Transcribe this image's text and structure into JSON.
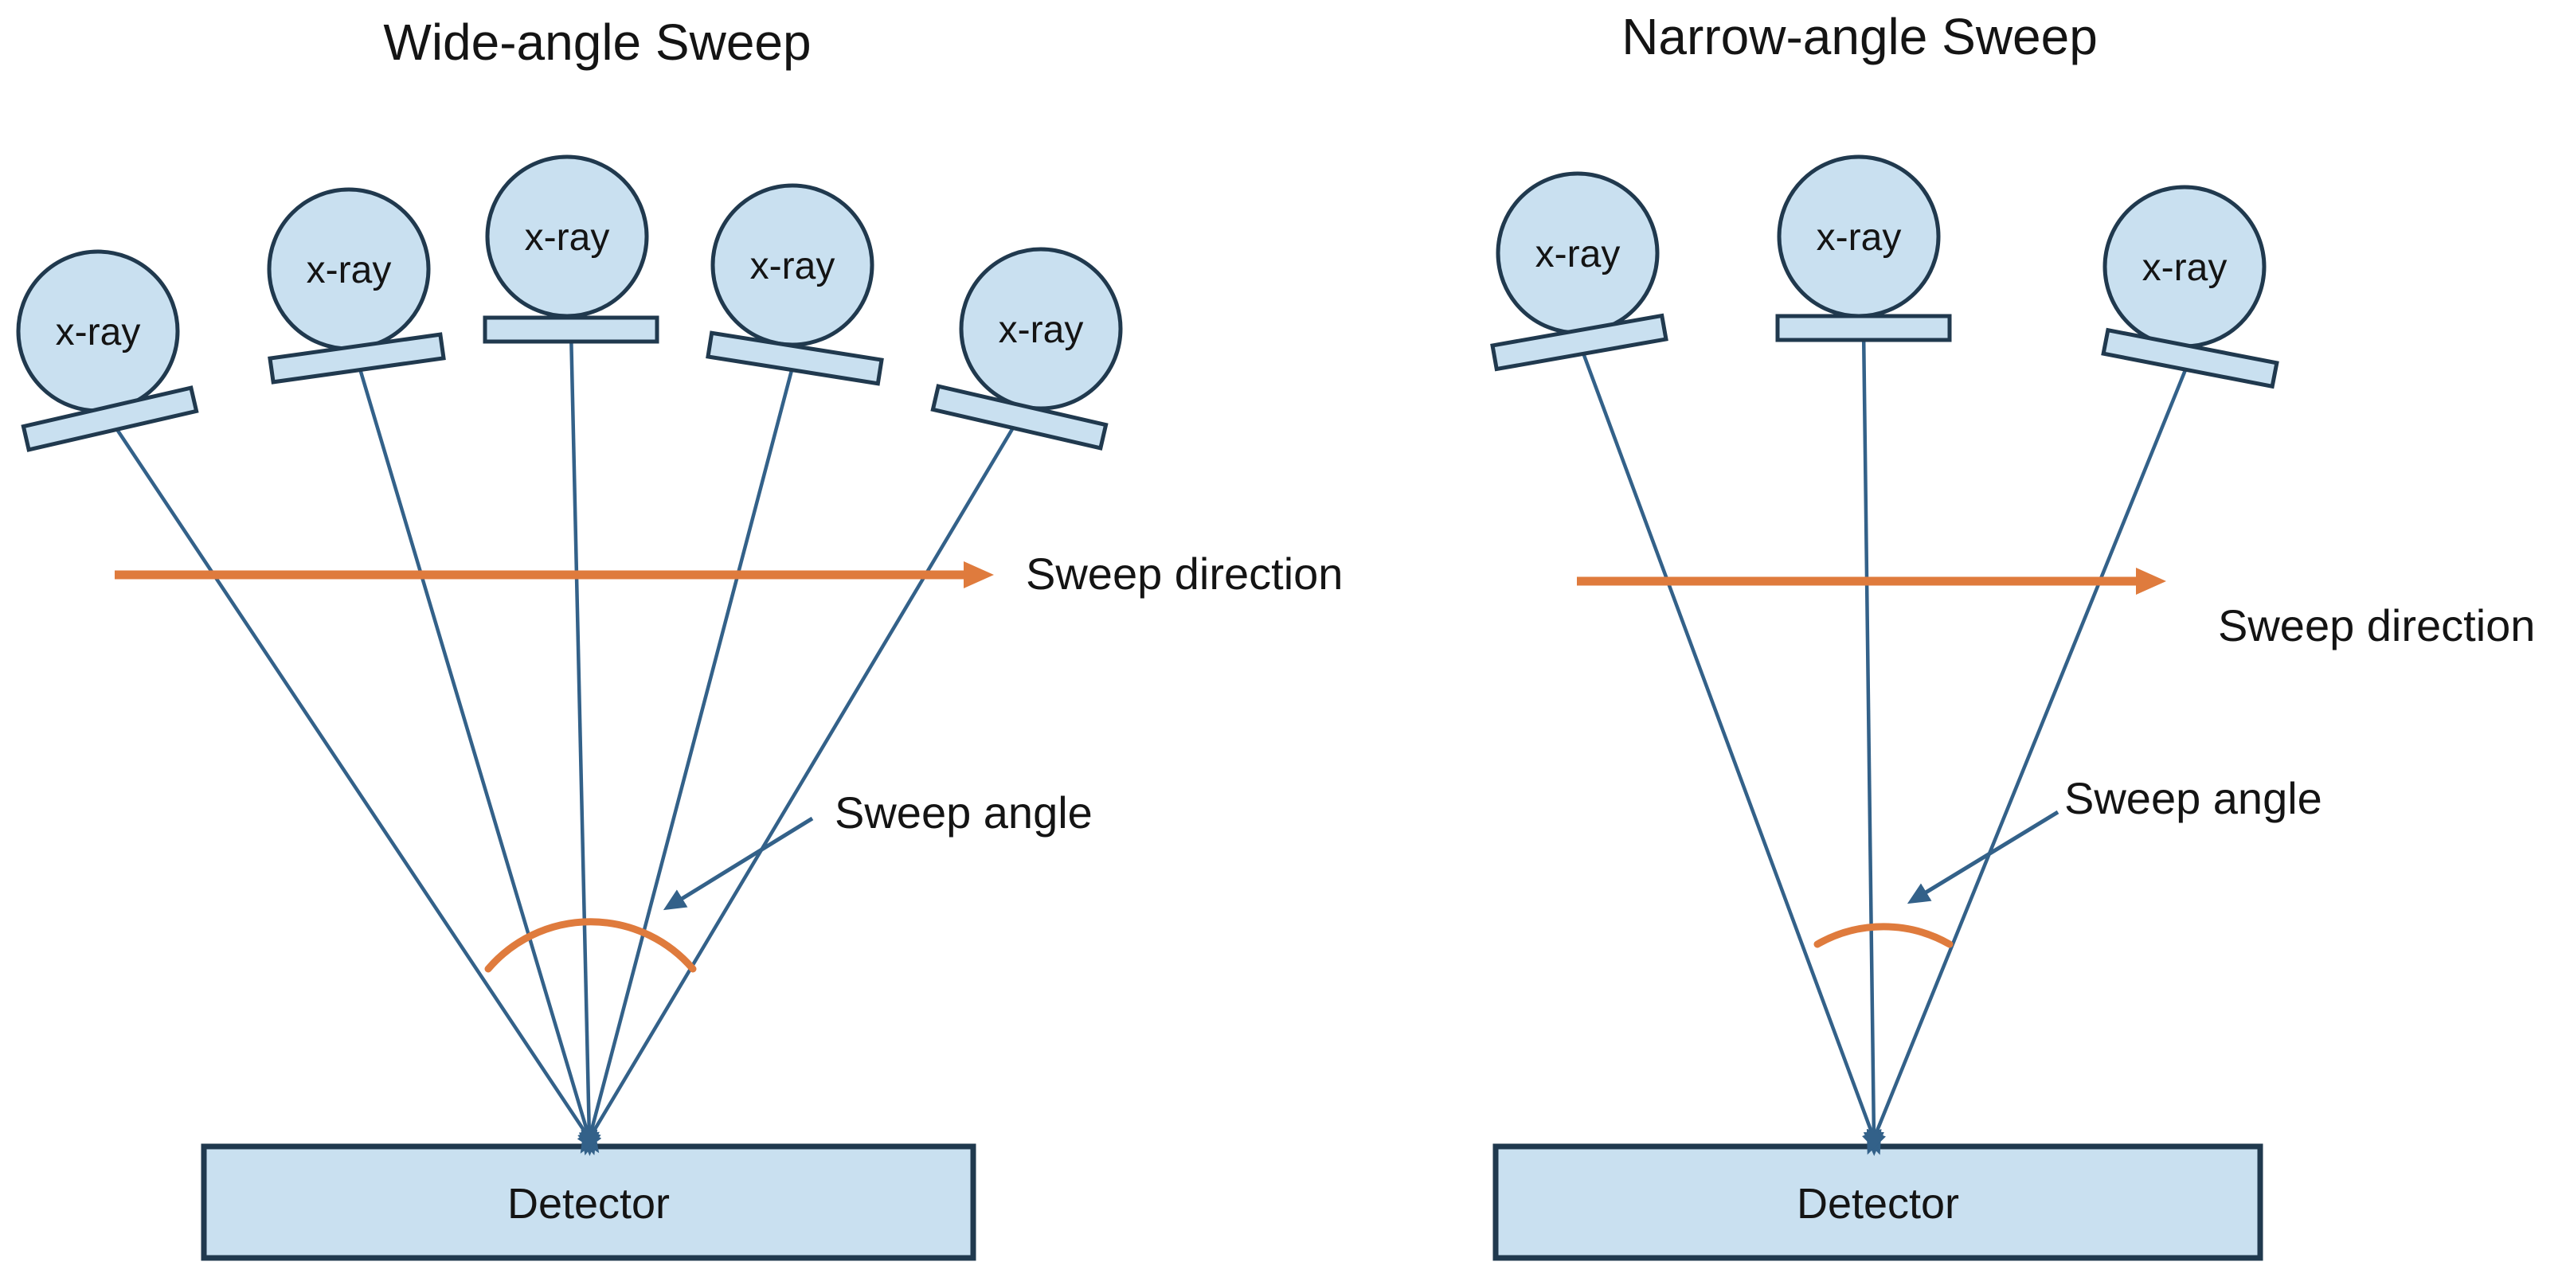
{
  "colors": {
    "background": "#FFFFFF",
    "shape_fill": "#C9E0F0",
    "shape_stroke": "#20394E",
    "beam_line": "#336189",
    "accent_orange": "#DF7B3D",
    "text": "#141414"
  },
  "panels": [
    {
      "title": "Wide-angle Sweep",
      "sources": [
        "x-ray",
        "x-ray",
        "x-ray",
        "x-ray",
        "x-ray"
      ],
      "detector_label": "Detector",
      "sweep_direction_label": "Sweep direction",
      "sweep_angle_label": "Sweep angle"
    },
    {
      "title": "Narrow-angle Sweep",
      "sources": [
        "x-ray",
        "x-ray",
        "x-ray"
      ],
      "detector_label": "Detector",
      "sweep_direction_label": "Sweep direction",
      "sweep_angle_label": "Sweep angle"
    }
  ]
}
